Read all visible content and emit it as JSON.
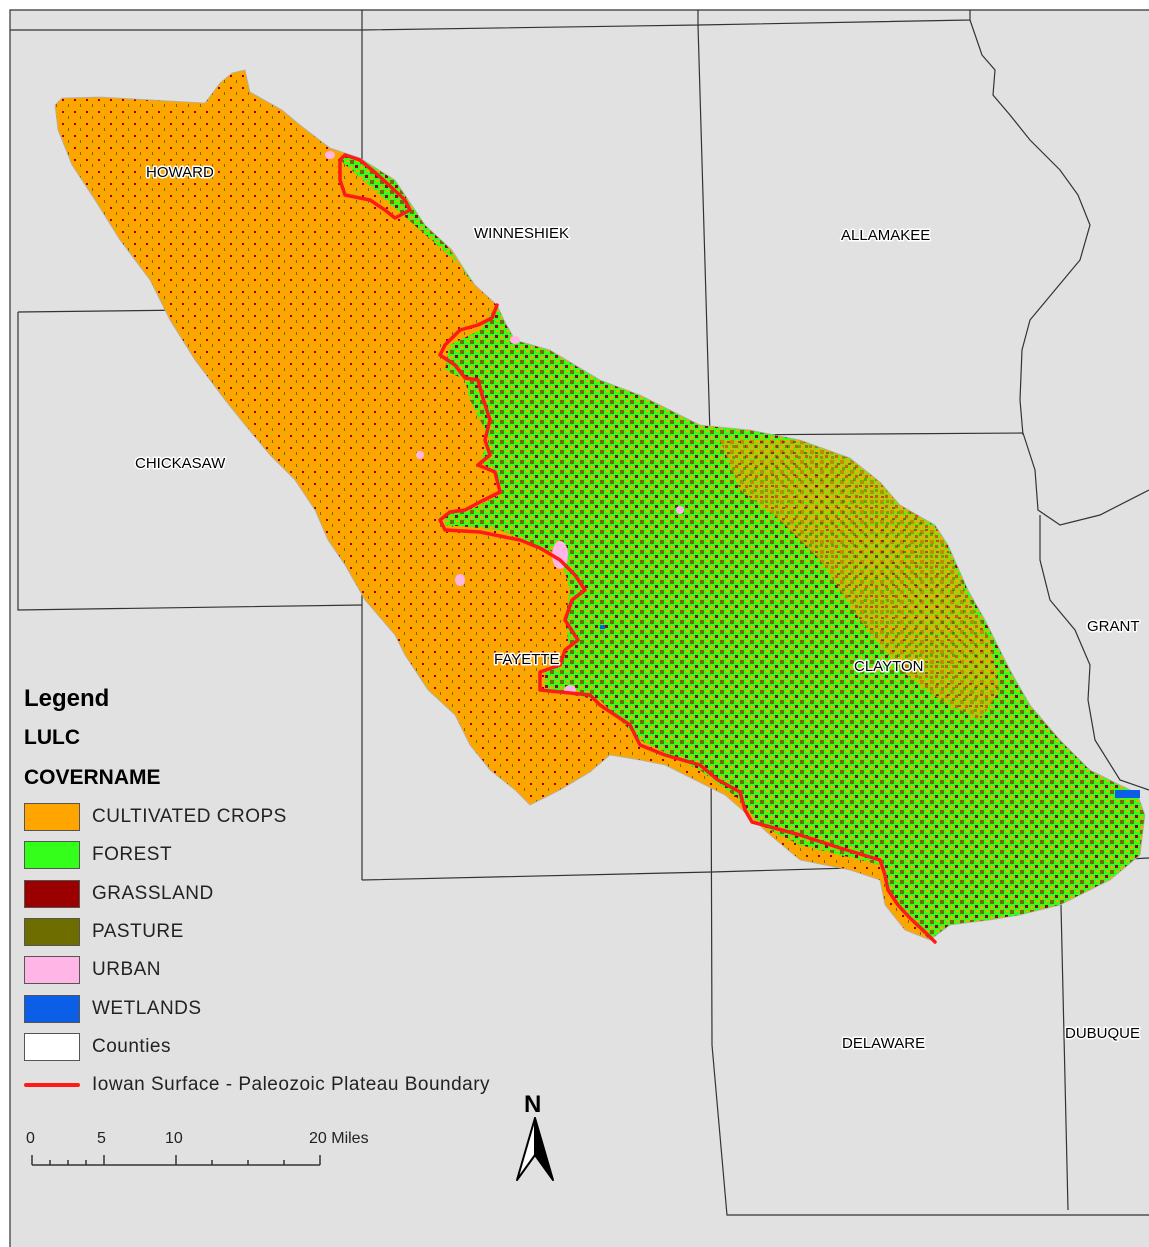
{
  "map": {
    "background_color": "#e1e1e1",
    "county_line_color": "#333333",
    "counties": [
      {
        "name": "HOWARD"
      },
      {
        "name": "WINNESHIEK"
      },
      {
        "name": "ALLAMAKEE"
      },
      {
        "name": "CHICKASAW"
      },
      {
        "name": "FAYETTE"
      },
      {
        "name": "CLAYTON"
      },
      {
        "name": "GRANT"
      },
      {
        "name": "DELAWARE"
      },
      {
        "name": "DUBUQUE"
      }
    ],
    "boundary_color": "#ff1a1a",
    "north_arrow_label": "N"
  },
  "legend": {
    "title": "Legend",
    "layer": "LULC",
    "field": "COVERNAME",
    "classes": [
      {
        "label": "CULTIVATED CROPS",
        "color": "#ffa500"
      },
      {
        "label": "FOREST",
        "color": "#33ff1a"
      },
      {
        "label": "GRASSLAND",
        "color": "#9b0000"
      },
      {
        "label": "PASTURE",
        "color": "#6e6e00"
      },
      {
        "label": "URBAN",
        "color": "#ffb6e6"
      },
      {
        "label": "WETLANDS",
        "color": "#0a5fe6"
      },
      {
        "label": "Counties",
        "color": "#ffffff"
      }
    ],
    "boundary_label": "Iowan Surface - Paleozoic Plateau Boundary"
  },
  "scale_bar": {
    "labels": [
      "0",
      "5",
      "10",
      "20 Miles"
    ]
  }
}
